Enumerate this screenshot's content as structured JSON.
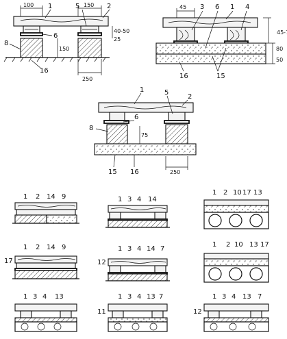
{
  "figure_a": {
    "labels": [
      "1",
      "5",
      "2",
      "6",
      "8",
      "16"
    ],
    "dims": [
      "100",
      "150",
      "25",
      "40-50",
      "150",
      "250"
    ]
  },
  "figure_b": {
    "labels": [
      "3",
      "6",
      "1",
      "4",
      "16",
      "15"
    ],
    "dims": [
      "45",
      "45-70",
      "80",
      "50"
    ]
  },
  "figure_c": {
    "labels": [
      "1",
      "5",
      "2",
      "8",
      "6",
      "15",
      "16"
    ],
    "dims": [
      "75",
      "250"
    ]
  },
  "sections": [
    {
      "labels": [
        "1",
        "2",
        "14",
        "9"
      ]
    },
    {
      "labels": [
        "1",
        "3",
        "4",
        "14"
      ]
    },
    {
      "labels": [
        "1",
        "2",
        "10",
        "17",
        "13"
      ]
    },
    {
      "labels": [
        "1",
        "2",
        "14",
        "9"
      ],
      "side": "17"
    },
    {
      "labels": [
        "1",
        "3",
        "4",
        "14",
        "7"
      ],
      "side": "12"
    },
    {
      "labels": [
        "1",
        "2",
        "10",
        "13",
        "17"
      ]
    },
    {
      "labels": [
        "1",
        "3",
        "4",
        "13"
      ]
    },
    {
      "labels": [
        "1",
        "3",
        "4",
        "13",
        "7"
      ],
      "side": "11"
    },
    {
      "labels": [
        "1",
        "3",
        "4",
        "13",
        "7"
      ],
      "side": "12"
    }
  ]
}
